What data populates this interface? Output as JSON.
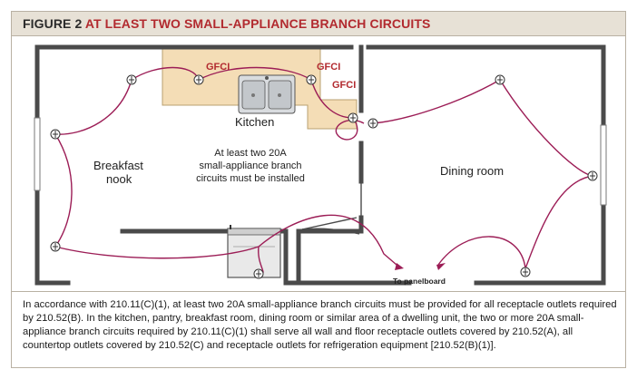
{
  "figure": {
    "label": "FIGURE 2",
    "title": "AT LEAST TWO SMALL-APPLIANCE BRANCH CIRCUITS",
    "label_color": "#2b2b2b",
    "title_color": "#b22a2f"
  },
  "rooms": {
    "kitchen": "Kitchen",
    "breakfast_line1": "Breakfast",
    "breakfast_line2": "nook",
    "dining": "Dining room"
  },
  "gfci_labels": [
    "GFCI",
    "GFCI",
    "GFCI"
  ],
  "note": {
    "line1": "At least two 20A",
    "line2": "small-appliance branch",
    "line3": "circuits must be installed"
  },
  "panelboard_label": "To panelboard",
  "caption": "In accordance with 210.11(C)(1), at least two 20A small-appliance branch circuits must be provided for all receptacle outlets required by 210.52(B). In the kitchen, pantry, breakfast room, dining room or similar area of a dwelling unit, the two or more 20A small-appliance branch circuits required by 210.11(C)(1) shall serve all wall and floor receptacle outlets covered by 210.52(A), all countertop outlets covered by 210.52(C) and receptacle outlets for refrigeration equipment [210.52(B)(1)].",
  "colors": {
    "wall": "#4a4a4a",
    "circuit_wire": "#9c1d56",
    "countertop": "#f4ddb6",
    "gfci_text": "#b22a2f",
    "title_bar": "#e7e1d6"
  }
}
